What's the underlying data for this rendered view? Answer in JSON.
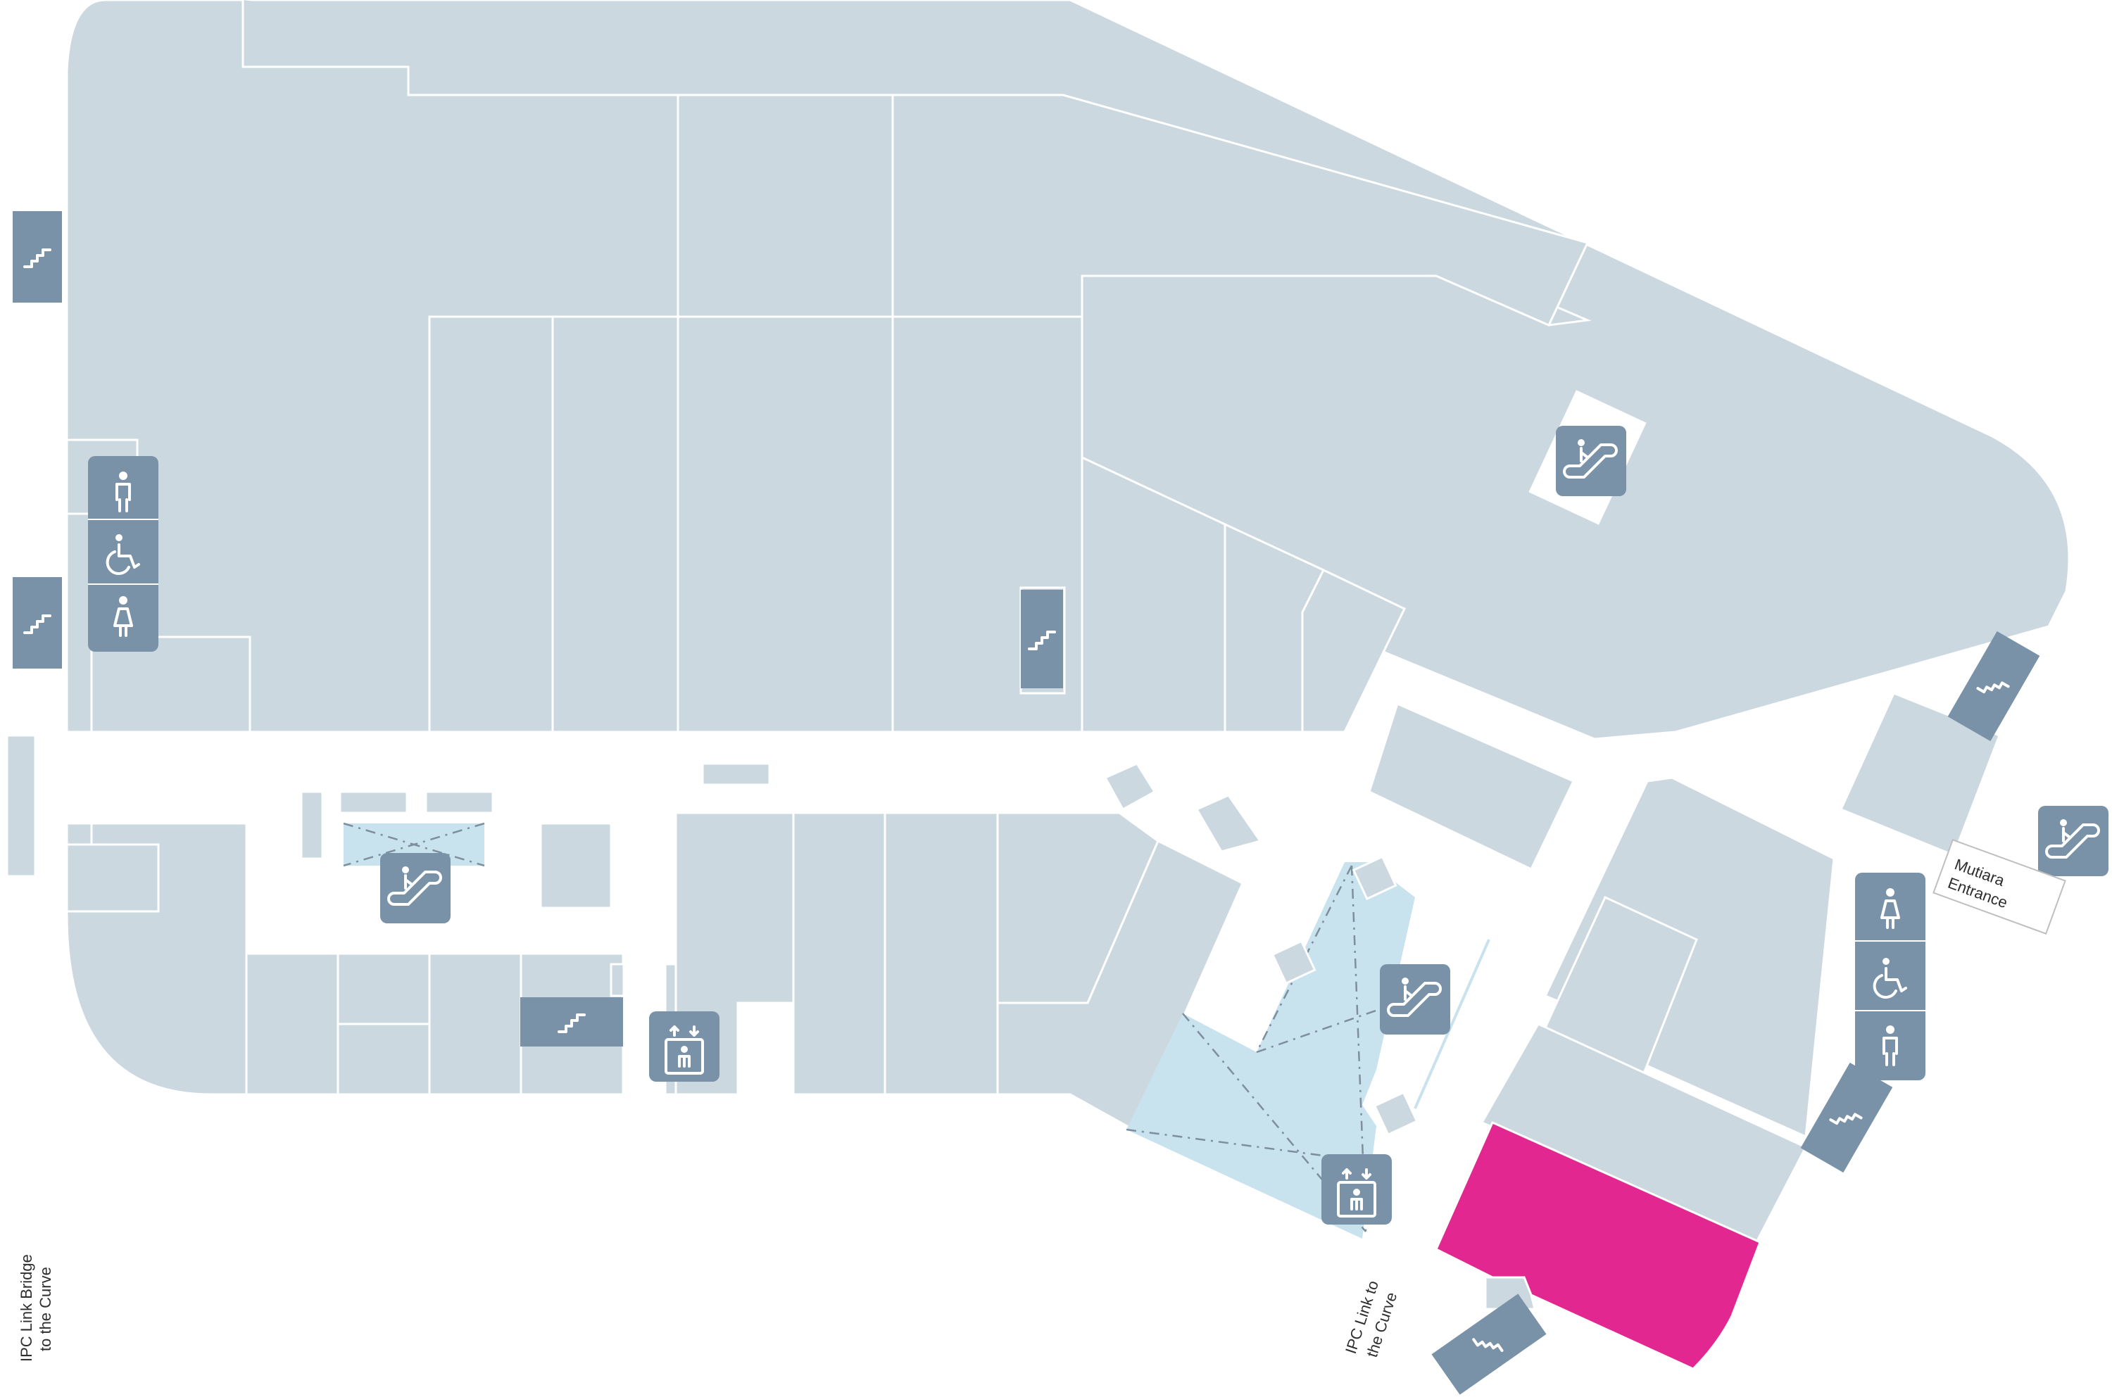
{
  "map": {
    "colors": {
      "unit": "#cbd8df",
      "highlight": "#e22890",
      "void": "#c8e2ee",
      "icon": "#7a92a8",
      "background": "#ffffff"
    },
    "labels": {
      "ipc_link_bridge_line1": "IPC Link Bridge",
      "ipc_link_bridge_line2": "to the Curve",
      "ipc_link_line1": "IPC Link to",
      "ipc_link_line2": "the Curve",
      "mutiara_line1": "Mutiara",
      "mutiara_line2": "Entrance"
    },
    "icons": [
      "stairs-icon",
      "escalator-icon",
      "lift-icon",
      "male-toilet-icon",
      "female-toilet-icon",
      "accessible-toilet-icon"
    ],
    "highlighted_unit": "magenta-store"
  }
}
